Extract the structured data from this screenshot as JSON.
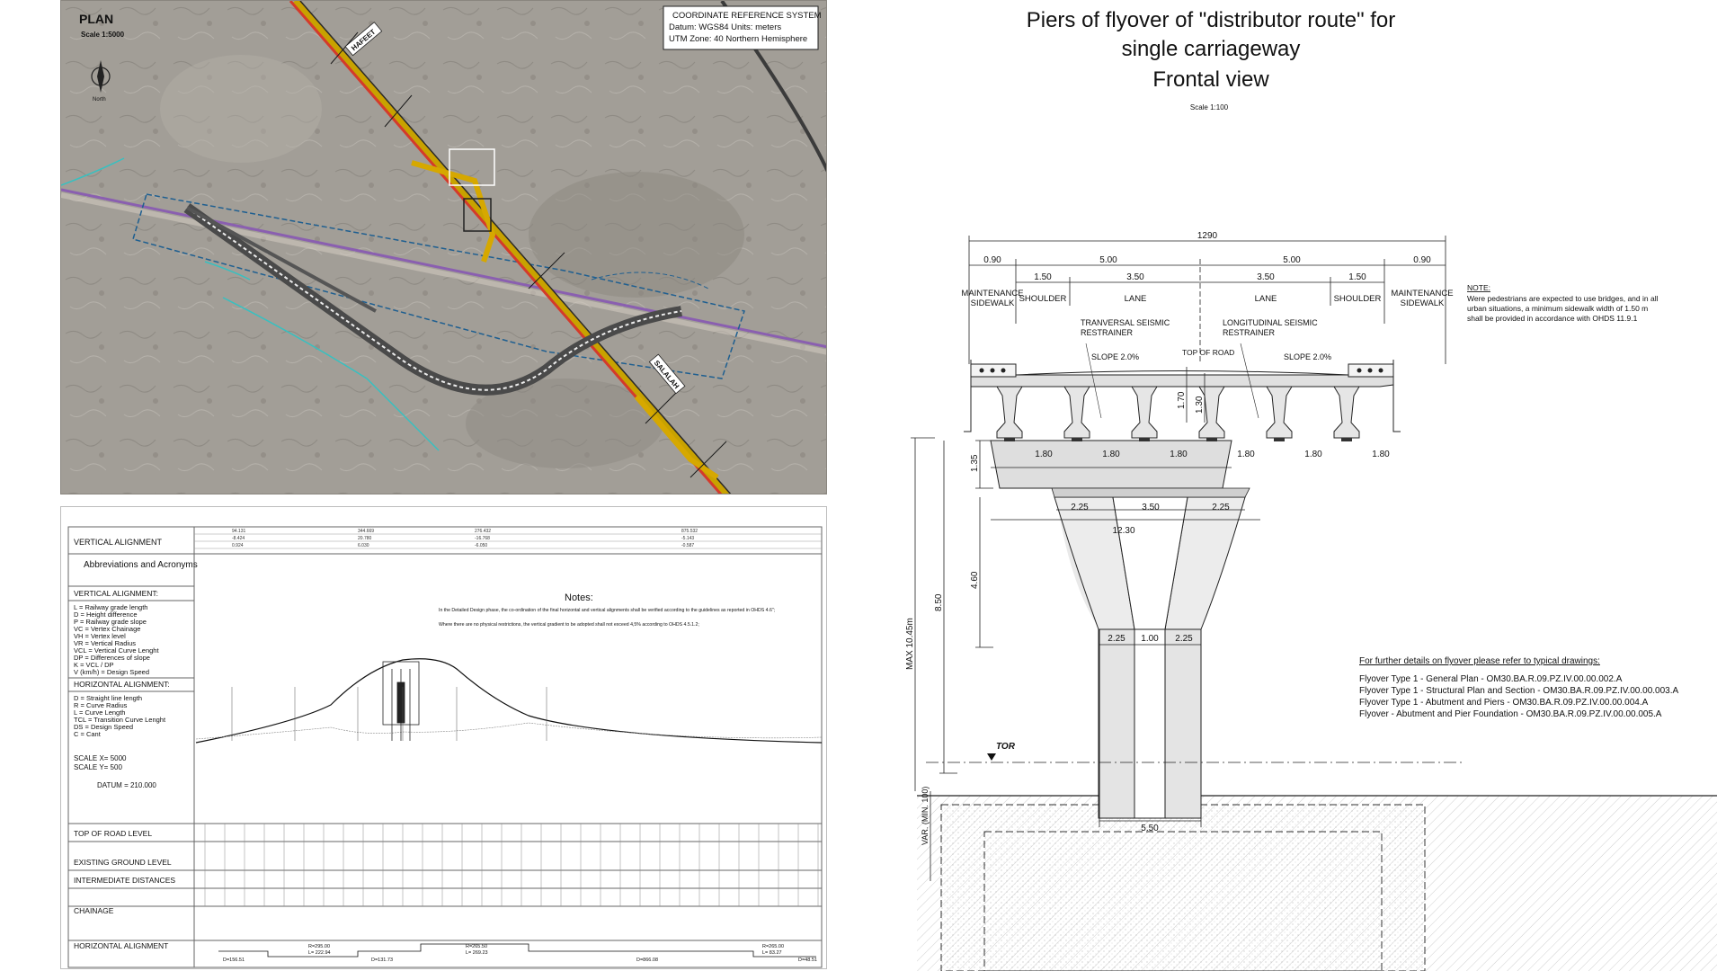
{
  "plan": {
    "title": "PLAN",
    "scale": "Scale 1:5000",
    "north": "North",
    "crs": {
      "title": "COORDINATE REFERENCE SYSTEM",
      "line1": "Datum: WGS84 Units: meters",
      "line2": "UTM Zone: 40 Northern Hemisphere"
    },
    "label_hafeet": "HAFEET",
    "label_salalah": "SALALAH"
  },
  "profile": {
    "rows": {
      "vertical_alignment": "VERTICAL ALIGNMENT",
      "top_of_road": "TOP OF ROAD LEVEL",
      "existing_ground": "EXISTING GROUND LEVEL",
      "intermediate": "INTERMEDIATE DISTANCES",
      "chainage": "CHAINAGE",
      "horizontal_alignment": "HORIZONTAL ALIGNMENT"
    },
    "abbrev_title": "Abbreviations and Acronyms",
    "va_header": "VERTICAL ALIGNMENT:",
    "va_items": [
      "L    = Railway grade length",
      "D    = Height difference",
      "P    = Railway grade slope",
      "VC  = Vertex Chainage",
      "VH  = Vertex level",
      "VR  = Vertical Radius",
      "VCL = Vertical Curve Lenght",
      "DP  = Differences of slope",
      "K    = VCL / DP",
      "V (km/h) = Design Speed"
    ],
    "ha_header": "HORIZONTAL ALIGNMENT:",
    "ha_items": [
      "D     = Straight line length",
      "R     = Curve Radius",
      "L     = Curve Length",
      "TCL  = Transition Curve Lenght",
      "DS   = Design Speed",
      "C     = Cant"
    ],
    "scale_x": "SCALE   X= 5000",
    "scale_y": "SCALE   Y= 500",
    "datum": "DATUM =  210.000",
    "notes_title": "Notes:",
    "notes": [
      "In the Detailed Design phase, the co-ordination of the final horizontal and vertical alignments shall be verified according to the guidelines as reported in OHDS 4.6\";",
      "Where there are no physical restrictions, the vertical gradient to be adopted shall not exceed 4,5% according to OHDS 4.5.1.2;"
    ],
    "va_lengths": [
      "94.131",
      "344.669",
      "276.432",
      "875.532"
    ],
    "va_diffs": [
      "-8.424",
      "20.780",
      "-16.768",
      "-5.143"
    ],
    "va_slopes": [
      "0.924",
      "6.030",
      "-6.050",
      "-0.587"
    ],
    "ha_labels": [
      "D=156.51",
      "R=295.00\nL= 222.94",
      "D=131.73",
      "R=265.50\nL= 269.23",
      "D=866.08",
      "R=265.00\nL= 83.27",
      "D=48.51"
    ]
  },
  "pier": {
    "title_line1": "Piers of flyover of \"distributor route\" for",
    "title_line2": "single carriageway",
    "title_line3": "Frontal view",
    "scale": "Scale 1:100",
    "dims": {
      "total": "1290",
      "d090a": "0.90",
      "d500a": "5.00",
      "d500b": "5.00",
      "d090b": "0.90",
      "d150a": "1.50",
      "d350a": "3.50",
      "d350b": "3.50",
      "d150b": "1.50",
      "d180": [
        "1.80",
        "1.80",
        "1.80",
        "1.80",
        "1.80",
        "1.80"
      ],
      "d225a": "2.25",
      "d350c": "3.50",
      "d225b": "2.25",
      "d1230": "12.30",
      "d225c": "2.25",
      "d100": "1.00",
      "d225d": "2.25",
      "d550": "5.50",
      "v135": "1.35",
      "v460": "4.60",
      "v850": "8.50",
      "vmax": "MAX 10.45m",
      "v170": "1.70",
      "v130": "1.30",
      "vvar": "VAR. (MIN. 100)"
    },
    "labels": {
      "maint_left": "MAINTENANCE\nSIDEWALK",
      "shoulder_left": "SHOULDER",
      "lane_left": "LANE",
      "lane_right": "LANE",
      "shoulder_right": "SHOULDER",
      "maint_right": "MAINTENANCE\nSIDEWALK",
      "trans": "TRANVERSAL SEISMIC\nRESTRAINER",
      "long": "LONGITUDINAL SEISMIC\nRESTRAINER",
      "slope_left": "SLOPE 2.0%",
      "top_of_road": "TOP OF ROAD",
      "slope_right": "SLOPE 2.0%",
      "tor": "TOR"
    },
    "note_title": "NOTE:",
    "note_text": [
      "Were pedestrians are expected to use bridges, and in all",
      "urban situations, a minimum sidewalk width of 1.50 m",
      "shall be provided in accordance with OHDS 11.9.1"
    ],
    "refs_title": "For further details on flyover please refer to typical drawings:",
    "refs": [
      "Flyover Type 1 - General Plan - OM30.BA.R.09.PZ.IV.00.00.002.A",
      "Flyover Type 1 - Structural Plan and Section - OM30.BA.R.09.PZ.IV.00.00.003.A",
      "Flyover Type 1 - Abutment and Piers - OM30.BA.R.09.PZ.IV.00.00.004.A",
      "Flyover - Abutment and Pier Foundation - OM30.BA.R.09.PZ.IV.00.00.005.A"
    ]
  }
}
